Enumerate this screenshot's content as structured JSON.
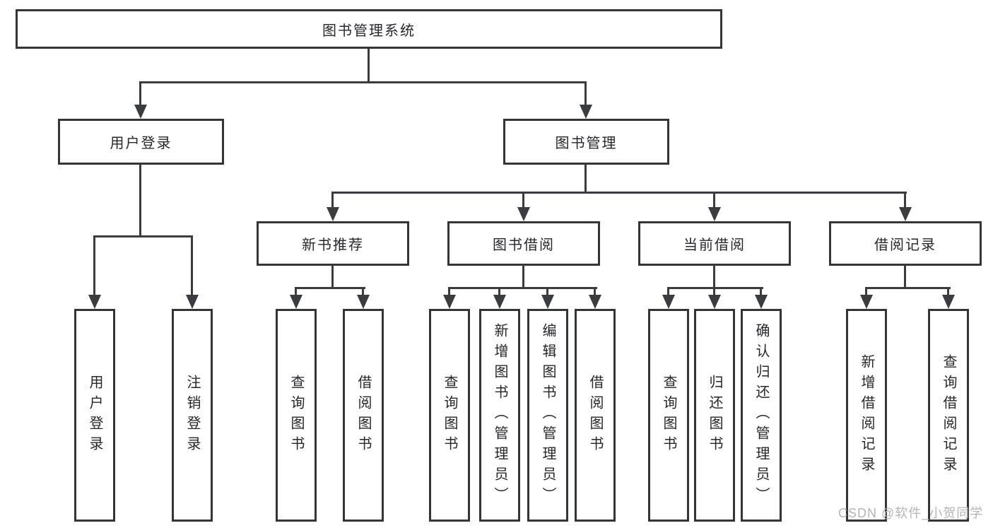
{
  "tree": {
    "root": {
      "label": "图书管理系统"
    },
    "children": [
      {
        "label": "用户登录",
        "children": [
          {
            "label": "用户登录"
          },
          {
            "label": "注销登录"
          }
        ]
      },
      {
        "label": "图书管理",
        "children": [
          {
            "label": "新书推荐",
            "children": [
              {
                "label": "查询图书"
              },
              {
                "label": "借阅图书"
              }
            ]
          },
          {
            "label": "图书借阅",
            "children": [
              {
                "label": "查询图书"
              },
              {
                "label": "新增图书（管理员）"
              },
              {
                "label": "编辑图书（管理员）"
              },
              {
                "label": "借阅图书"
              }
            ]
          },
          {
            "label": "当前借阅",
            "children": [
              {
                "label": "查询图书"
              },
              {
                "label": "归还图书"
              },
              {
                "label": "确认归还（管理员）"
              }
            ]
          },
          {
            "label": "借阅记录",
            "children": [
              {
                "label": "新增借阅记录"
              },
              {
                "label": "查询借阅记录"
              }
            ]
          }
        ]
      }
    ]
  },
  "colors": {
    "node_border": "#333538",
    "connector": "#3a3c40",
    "text": "#26262b",
    "watermark": "#b4b4b6",
    "background": "#ffffff"
  },
  "watermark": {
    "text": "CSDN @软件_小贺同学"
  }
}
